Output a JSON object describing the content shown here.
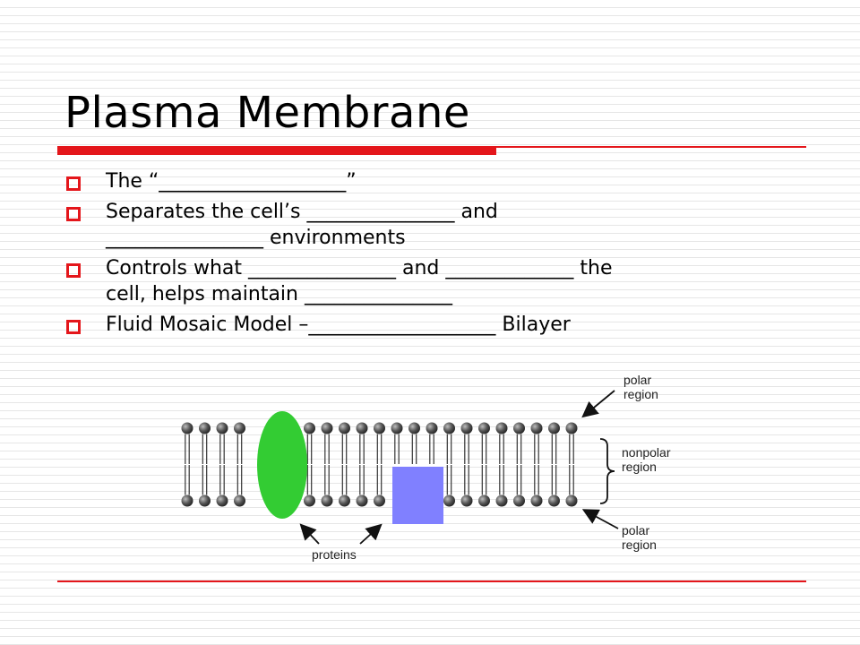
{
  "slide": {
    "title": "Plasma Membrane",
    "bullets": [
      {
        "text": "The “___________________”"
      },
      {
        "text": "Separates the cell’s _______________ and",
        "text2": "________________ environments"
      },
      {
        "text": "Controls what _______________ and _____________ the",
        "text2": "cell, helps maintain _______________"
      },
      {
        "text": "Fluid Mosaic Model –___________________ Bilayer"
      }
    ],
    "diagram": {
      "labels": {
        "polar_top_line1": "polar",
        "polar_top_line2": "region",
        "nonpolar_line1": "nonpolar",
        "nonpolar_line2": "region",
        "polar_bottom_line1": "polar",
        "polar_bottom_line2": "region",
        "proteins": "proteins"
      },
      "colors": {
        "accent": "#e4161b",
        "protein_oval": "#33cc33",
        "protein_square": "#8080ff",
        "head": "#555555"
      }
    }
  }
}
